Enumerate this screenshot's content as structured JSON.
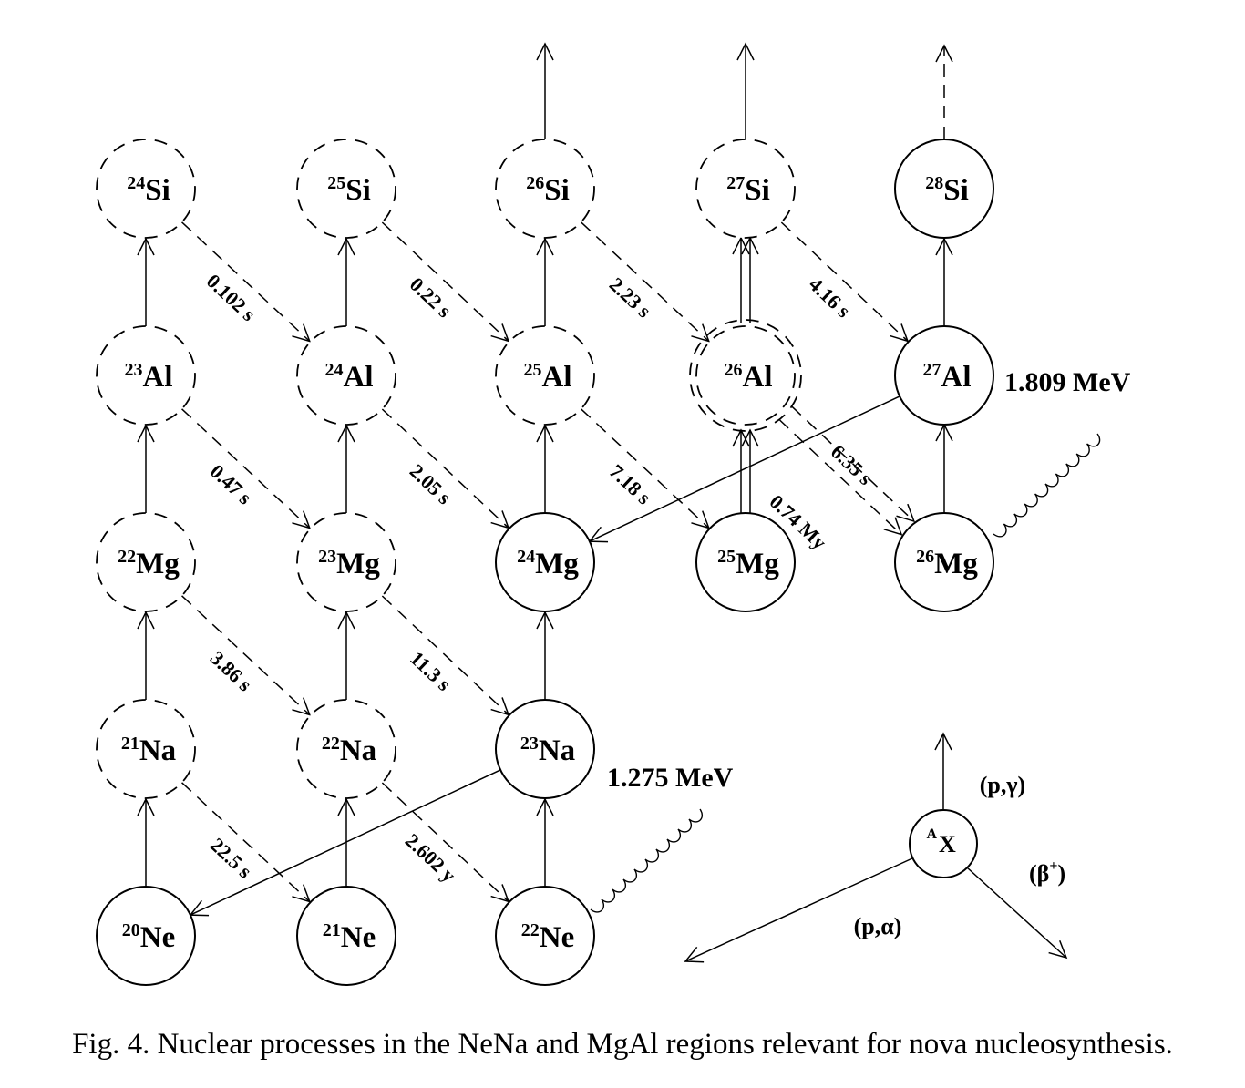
{
  "figure": {
    "caption": "Fig. 4. Nuclear processes in the NeNa and MgAl regions relevant for nova nucleosynthesis."
  },
  "nuclides": [
    {
      "id": "ne20",
      "mass": "20",
      "symbol": "Ne",
      "stable": true
    },
    {
      "id": "ne21",
      "mass": "21",
      "symbol": "Ne",
      "stable": true
    },
    {
      "id": "ne22",
      "mass": "22",
      "symbol": "Ne",
      "stable": true
    },
    {
      "id": "na21",
      "mass": "21",
      "symbol": "Na",
      "stable": false
    },
    {
      "id": "na22",
      "mass": "22",
      "symbol": "Na",
      "stable": false
    },
    {
      "id": "na23",
      "mass": "23",
      "symbol": "Na",
      "stable": true
    },
    {
      "id": "mg22",
      "mass": "22",
      "symbol": "Mg",
      "stable": false
    },
    {
      "id": "mg23",
      "mass": "23",
      "symbol": "Mg",
      "stable": false
    },
    {
      "id": "mg24",
      "mass": "24",
      "symbol": "Mg",
      "stable": true
    },
    {
      "id": "mg25",
      "mass": "25",
      "symbol": "Mg",
      "stable": true
    },
    {
      "id": "mg26",
      "mass": "26",
      "symbol": "Mg",
      "stable": true
    },
    {
      "id": "al23",
      "mass": "23",
      "symbol": "Al",
      "stable": false
    },
    {
      "id": "al24",
      "mass": "24",
      "symbol": "Al",
      "stable": false
    },
    {
      "id": "al25",
      "mass": "25",
      "symbol": "Al",
      "stable": false
    },
    {
      "id": "al26",
      "mass": "26",
      "symbol": "Al",
      "stable": false
    },
    {
      "id": "al27",
      "mass": "27",
      "symbol": "Al",
      "stable": true
    },
    {
      "id": "si24",
      "mass": "24",
      "symbol": "Si",
      "stable": false
    },
    {
      "id": "si25",
      "mass": "25",
      "symbol": "Si",
      "stable": false
    },
    {
      "id": "si26",
      "mass": "26",
      "symbol": "Si",
      "stable": false
    },
    {
      "id": "si27",
      "mass": "27",
      "symbol": "Si",
      "stable": false
    },
    {
      "id": "si28",
      "mass": "28",
      "symbol": "Si",
      "stable": true
    }
  ],
  "half_lives": [
    {
      "from": "na21",
      "to": "ne21",
      "label": "22.5 s"
    },
    {
      "from": "na22",
      "to": "ne22",
      "label": "2.602 y"
    },
    {
      "from": "mg22",
      "to": "na22",
      "label": "3.86 s"
    },
    {
      "from": "mg23",
      "to": "na23",
      "label": "11.3 s"
    },
    {
      "from": "al23",
      "to": "mg23",
      "label": "0.47 s"
    },
    {
      "from": "al24",
      "to": "mg24",
      "label": "2.05 s"
    },
    {
      "from": "al25",
      "to": "mg25",
      "label": "7.18 s"
    },
    {
      "from": "al26",
      "to": "mg26",
      "label": "6.35 s"
    },
    {
      "from": "al26",
      "to": "mg26",
      "label": "0.74 My"
    },
    {
      "from": "si24",
      "to": "al24",
      "label": "0.102 s"
    },
    {
      "from": "si25",
      "to": "al25",
      "label": "0.22 s"
    },
    {
      "from": "si26",
      "to": "al26",
      "label": "2.23 s"
    },
    {
      "from": "si27",
      "to": "al27",
      "label": "4.16 s"
    }
  ],
  "gamma_energies": {
    "na23": "1.275 MeV",
    "al27": "1.809 MeV"
  },
  "legend": {
    "node_label": "A",
    "node_symbol": "X",
    "p_gamma": "(p,γ)",
    "beta_plus_open": "(β",
    "beta_plus_sup": "+",
    "beta_plus_close": ")",
    "p_alpha": "(p,α)"
  }
}
